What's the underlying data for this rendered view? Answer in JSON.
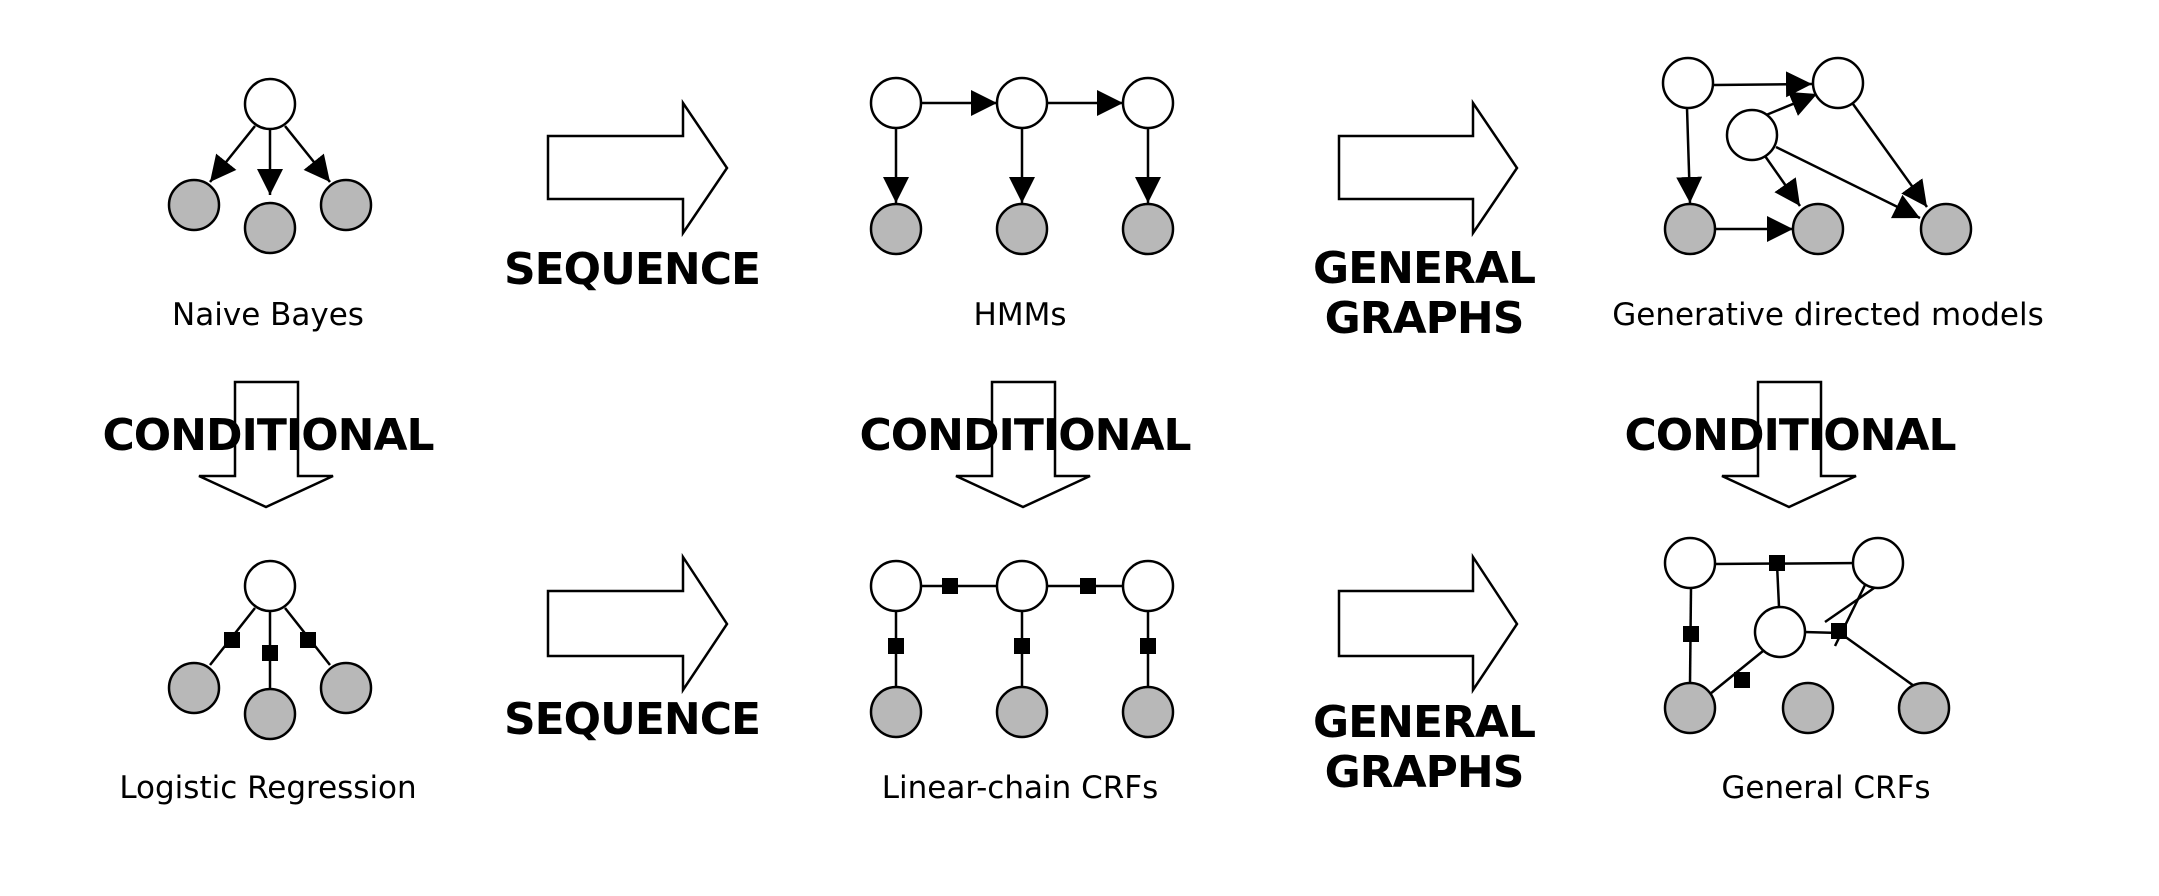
{
  "models": {
    "naive_bayes": "Naive Bayes",
    "hmms": "HMMs",
    "generative_directed": "Generative directed models",
    "logistic_regression": "Logistic Regression",
    "linear_chain_crfs": "Linear-chain CRFs",
    "general_crfs": "General CRFs"
  },
  "arrows": {
    "sequence": "SEQUENCE",
    "general": "GENERAL",
    "graphs": "GRAPHS",
    "conditional": "CONDITIONAL"
  },
  "colors": {
    "observed_node": "#b8b8b8",
    "hidden_node": "#ffffff",
    "stroke": "#000000"
  }
}
